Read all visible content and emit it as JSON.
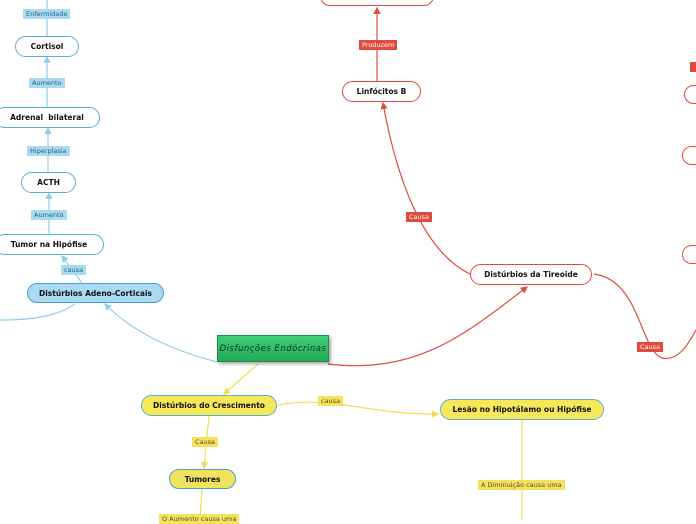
{
  "root": {
    "label": "Disfunções Endócrinas"
  },
  "nodes": {
    "cortisol": "Cortisol",
    "adrenal_bilateral": "Adrenal  bilateral",
    "acth": "ACTH",
    "tumor_hipofise": "Tumor na Hipófise",
    "adeno_corticais": "Distúrbios Adeno-Corticais",
    "linfocitos_b": "Linfócitos B",
    "tireoide": "Distúrbios da Tireoide",
    "crescimento": "Distúrbios do Crescimento",
    "tumores": "Tumores",
    "hipotalamo": "Lesão no Hipotálamo ou Hipófise"
  },
  "labels": {
    "enfermidade": "Enfermidade",
    "aumento_1": "Aumento",
    "hiperplasia": "Hiperplasia",
    "aumento_2": "Aumento",
    "causa_adeno": "causa",
    "produzem": "Produzem",
    "causa_tireoide": "Causa",
    "causa_right": "Causa",
    "causa_lesao": "causa",
    "causa_tumores": "Causa",
    "diminuicao": "A Diminuição causa uma",
    "aumento_causa": "O Aumento causa uma"
  },
  "colors": {
    "blue_branch": "#8fcfea",
    "red_branch": "#e04a3f",
    "yellow_branch": "#f0dc4e",
    "root_fill": "#2fbf67"
  }
}
